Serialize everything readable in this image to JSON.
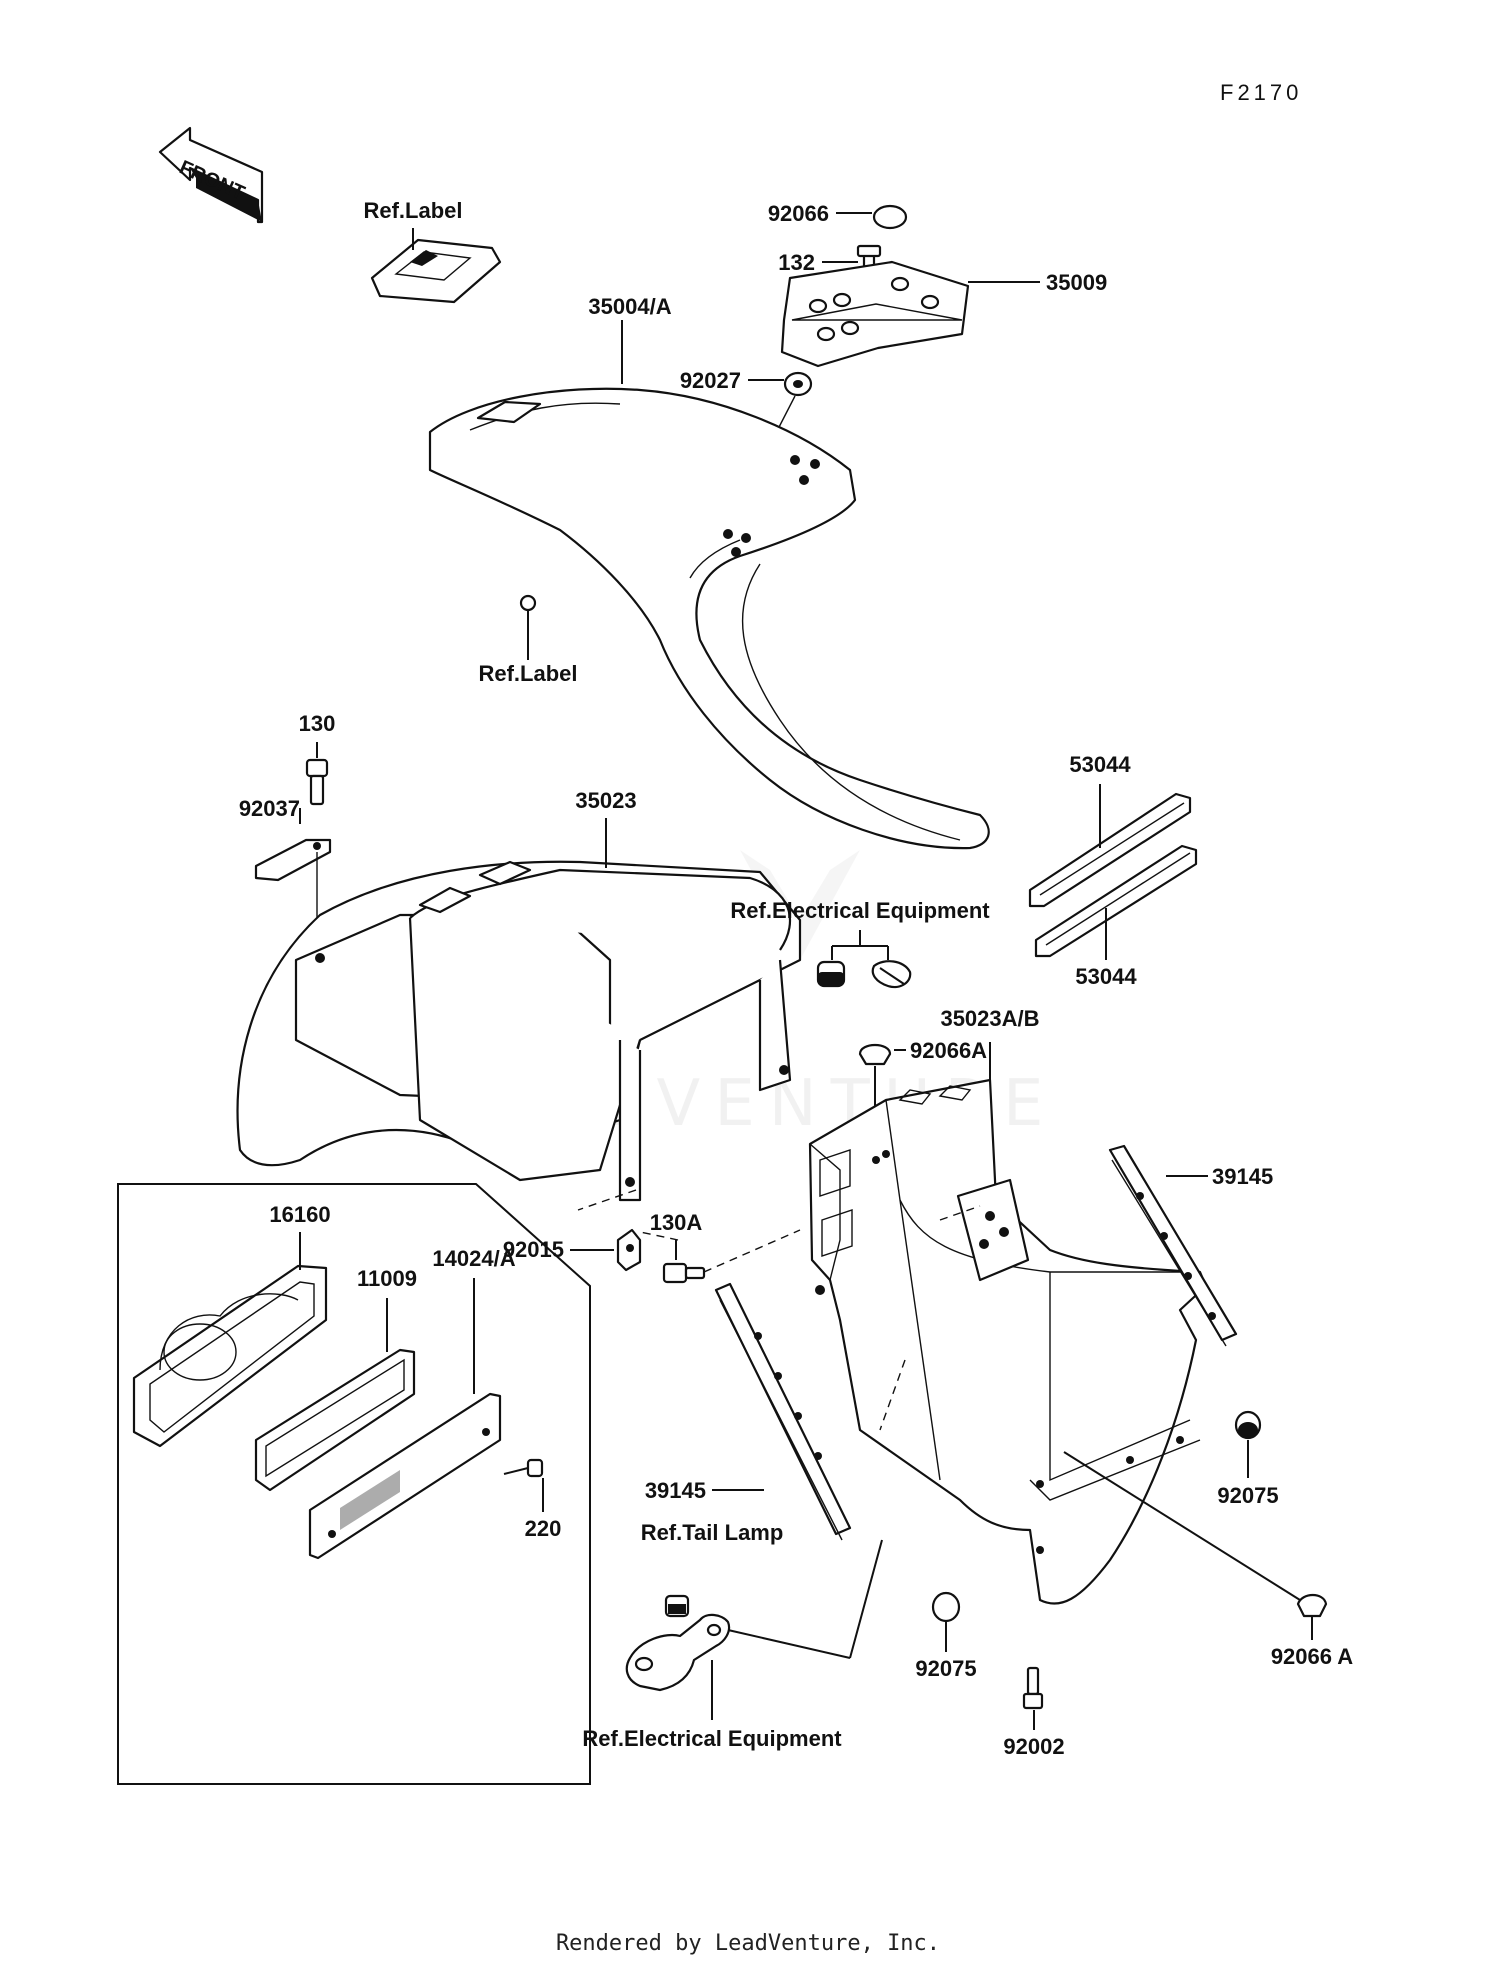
{
  "diagram_code": "F2170",
  "front_arrow": "FRONT",
  "labels": {
    "ref_label_top": "Ref.Label",
    "p92066": "92066",
    "p132": "132",
    "p35009": "35009",
    "p35004A": "35004/A",
    "p92027": "92027",
    "ref_label_mid": "Ref.Label",
    "p130": "130",
    "p92037": "92037",
    "p35023": "35023",
    "p53044_top": "53044",
    "p53044_bottom": "53044",
    "ref_electrical_top": "Ref.Electrical Equipment",
    "p35023AB": "35023A/B",
    "p92066A_top": "92066A",
    "p39145_right": "39145",
    "p92015": "92015",
    "p16160": "16160",
    "p11009": "11009",
    "p14024A": "14024/A",
    "p130A": "130A",
    "p220": "220",
    "p39145_left": "39145",
    "ref_tail_lamp": "Ref.Tail Lamp",
    "p92075_right": "92075",
    "p92075_bottom": "92075",
    "p92066A_bottom": "92066 A",
    "p92002": "92002",
    "ref_electrical_bottom": "Ref.Electrical Equipment"
  },
  "watermark": "LEADVENTURE",
  "footer": "Rendered by LeadVenture, Inc."
}
